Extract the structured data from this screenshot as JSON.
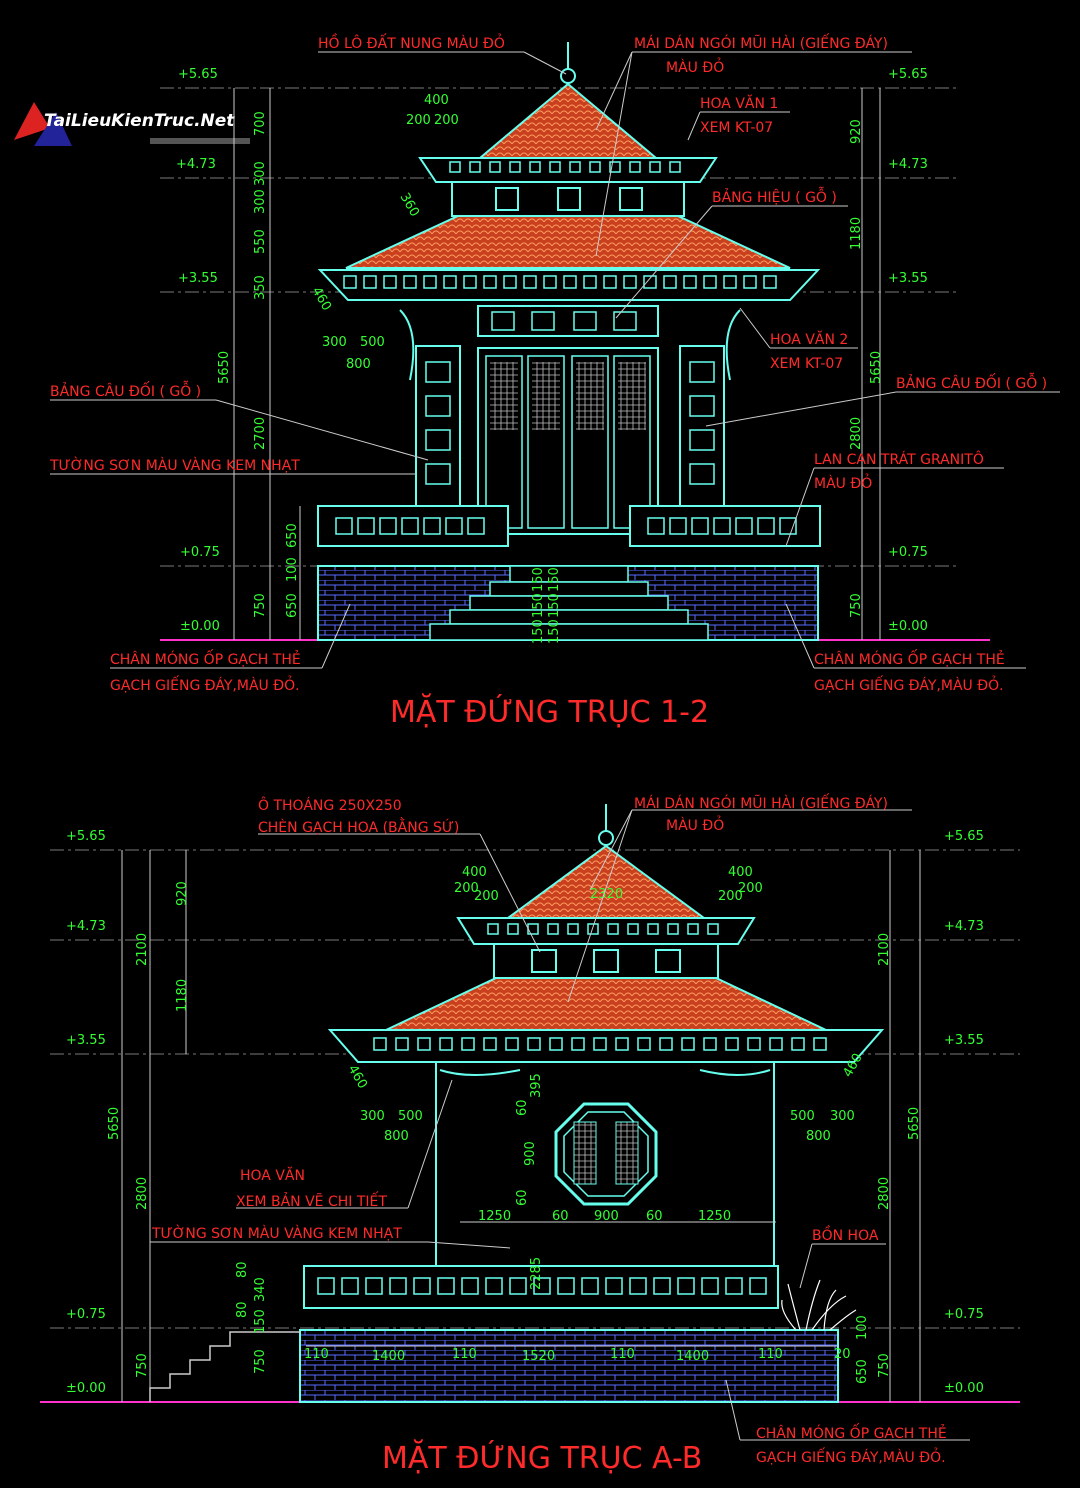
{
  "watermark": "TaiLieuKienTruc.Net",
  "colors": {
    "label": "#ff2a2a",
    "dimension": "#33ff33",
    "outline": "#66ffee",
    "tile": "#e0502a",
    "level_line": "#7a7a7a",
    "background": "#000000"
  },
  "elevation_1": {
    "title": "MẶT ĐỨNG TRỤC 1-2",
    "levels": {
      "top": "+5.65",
      "upper": "+4.73",
      "mid": "+3.55",
      "floor": "+0.75",
      "ground": "±0.00"
    },
    "labels": {
      "finial": "HỒ LÔ ĐẤT NUNG MÀU ĐỎ",
      "roof_1": "MÁI DÁN NGÓI MŨI HÀI (GIẾNG ĐÁY)",
      "roof_2": "MÀU ĐỎ",
      "pattern1_1": "HOA VĂN 1",
      "pattern1_2": "XEM KT-07",
      "sign": "BẢNG HIỆU ( GỖ )",
      "pattern2_1": "HOA VĂN 2",
      "pattern2_2": "XEM KT-07",
      "couplet_left": "BẢNG CÂU ĐỐI ( GỖ )",
      "couplet_right": "BẢNG CÂU ĐỐI ( GỖ )",
      "wall": "TƯỜNG SƠN MÀU VÀNG KEM NHẠT",
      "rail_1": "LAN CAN TRÁT GRANITÔ",
      "rail_2": "MÀU ĐỎ",
      "base_left_1": "CHÂN MÓNG ỐP GẠCH THẺ",
      "base_left_2": "GẠCH GIẾNG ĐÁY,MÀU ĐỎ.",
      "base_right_1": "CHÂN MÓNG ỐP GẠCH THẺ",
      "base_right_2": "GẠCH GIẾNG ĐÁY,MÀU ĐỎ."
    },
    "dims": {
      "d400": "400",
      "d200a": "200",
      "d200b": "200",
      "d700": "700",
      "d300a": "300",
      "d300b": "300",
      "d550": "550",
      "d350": "350",
      "d5650l": "5650",
      "d2700": "2700",
      "d650a": "650",
      "d100": "100",
      "d750l": "750",
      "d650b": "650",
      "d920": "920",
      "d1180": "1180",
      "d5650r": "5650",
      "d2800": "2800",
      "d750r": "750",
      "d300h": "300",
      "d500h": "500",
      "d800h": "800",
      "d360": "360",
      "d460": "460",
      "s1": "150",
      "s2": "150",
      "s3": "150",
      "s4": "150",
      "s5": "150",
      "s6": "150"
    }
  },
  "elevation_2": {
    "title": "MẶT ĐỨNG TRỤC A-B",
    "levels": {
      "top_l": "+5.65",
      "upper_l": "+4.73",
      "mid_l": "+3.55",
      "floor_l": "+0.75",
      "ground_l": "±0.00",
      "top_r": "+5.65",
      "upper_r": "+4.73",
      "mid_r": "+3.55",
      "floor_r": "+0.75",
      "ground_r": "±0.00"
    },
    "labels": {
      "vent_1": "Ô THOÁNG 250X250",
      "vent_2": "CHÈN GẠCH HOA (BẰNG SỨ)",
      "roof_1": "MÁI DÁN NGÓI MŨI HÀI (GIẾNG ĐÁY)",
      "roof_2": "MÀU ĐỎ",
      "pattern_1": "HOA VĂN",
      "pattern_2": "XEM BẢN VẼ CHI TIẾT",
      "wall": "TƯỜNG SƠN MÀU VÀNG KEM NHẠT",
      "flower": "BỒN HOA",
      "base_1": "CHÂN MÓNG ỐP GẠCH THẺ",
      "base_2": "GẠCH GIẾNG ĐÁY,MÀU ĐỎ."
    },
    "dims": {
      "d400l": "400",
      "d200l1": "200",
      "d200l2": "200",
      "d2320": "2320",
      "d400r": "400",
      "d200r1": "200",
      "d200r2": "200",
      "d920": "920",
      "d2100l": "2100",
      "d1180": "1180",
      "d5650l": "5650",
      "d2800l": "2800",
      "d750l": "750",
      "d2100r": "2100",
      "d5650r": "5650",
      "d2800r": "2800",
      "d750r": "750",
      "d460l": "460",
      "d460r": "460",
      "d300l": "300",
      "d500l": "500",
      "d800l": "800",
      "d300r": "300",
      "d500r": "500",
      "d800r": "800",
      "d395": "395",
      "d60a": "60",
      "d900v": "900",
      "d60b": "60",
      "d1250l": "1250",
      "d60c": "60",
      "d900h": "900",
      "d60d": "60",
      "d1250r": "1250",
      "d80a": "80",
      "d340": "340",
      "d80b": "80",
      "d150": "150",
      "d750s": "750",
      "d2285": "2285",
      "d110a": "110",
      "d1400a": "1400",
      "d110b": "110",
      "d1520": "1520",
      "d110c": "110",
      "d1400b": "1400",
      "d110d": "110",
      "d650": "650",
      "d20": "20",
      "d100": "100"
    }
  }
}
